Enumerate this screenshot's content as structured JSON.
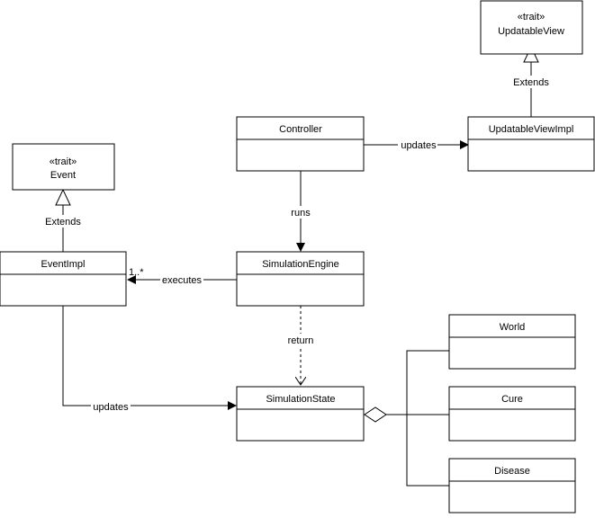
{
  "classes": {
    "updatable_view": {
      "stereotype": "«trait»",
      "name": "UpdatableView"
    },
    "updatable_view_impl": {
      "name": "UpdatableViewImpl"
    },
    "controller": {
      "name": "Controller"
    },
    "event": {
      "stereotype": "«trait»",
      "name": "Event"
    },
    "event_impl": {
      "name": "EventImpl"
    },
    "simulation_engine": {
      "name": "SimulationEngine"
    },
    "simulation_state": {
      "name": "SimulationState"
    },
    "world": {
      "name": "World"
    },
    "cure": {
      "name": "Cure"
    },
    "disease": {
      "name": "Disease"
    }
  },
  "relations": {
    "extends_view": "Extends",
    "extends_event": "Extends",
    "controller_updates": "updates",
    "controller_runs": "runs",
    "engine_executes": "executes",
    "executes_multiplicity": "1..*",
    "engine_return": "return",
    "event_updates": "updates"
  }
}
